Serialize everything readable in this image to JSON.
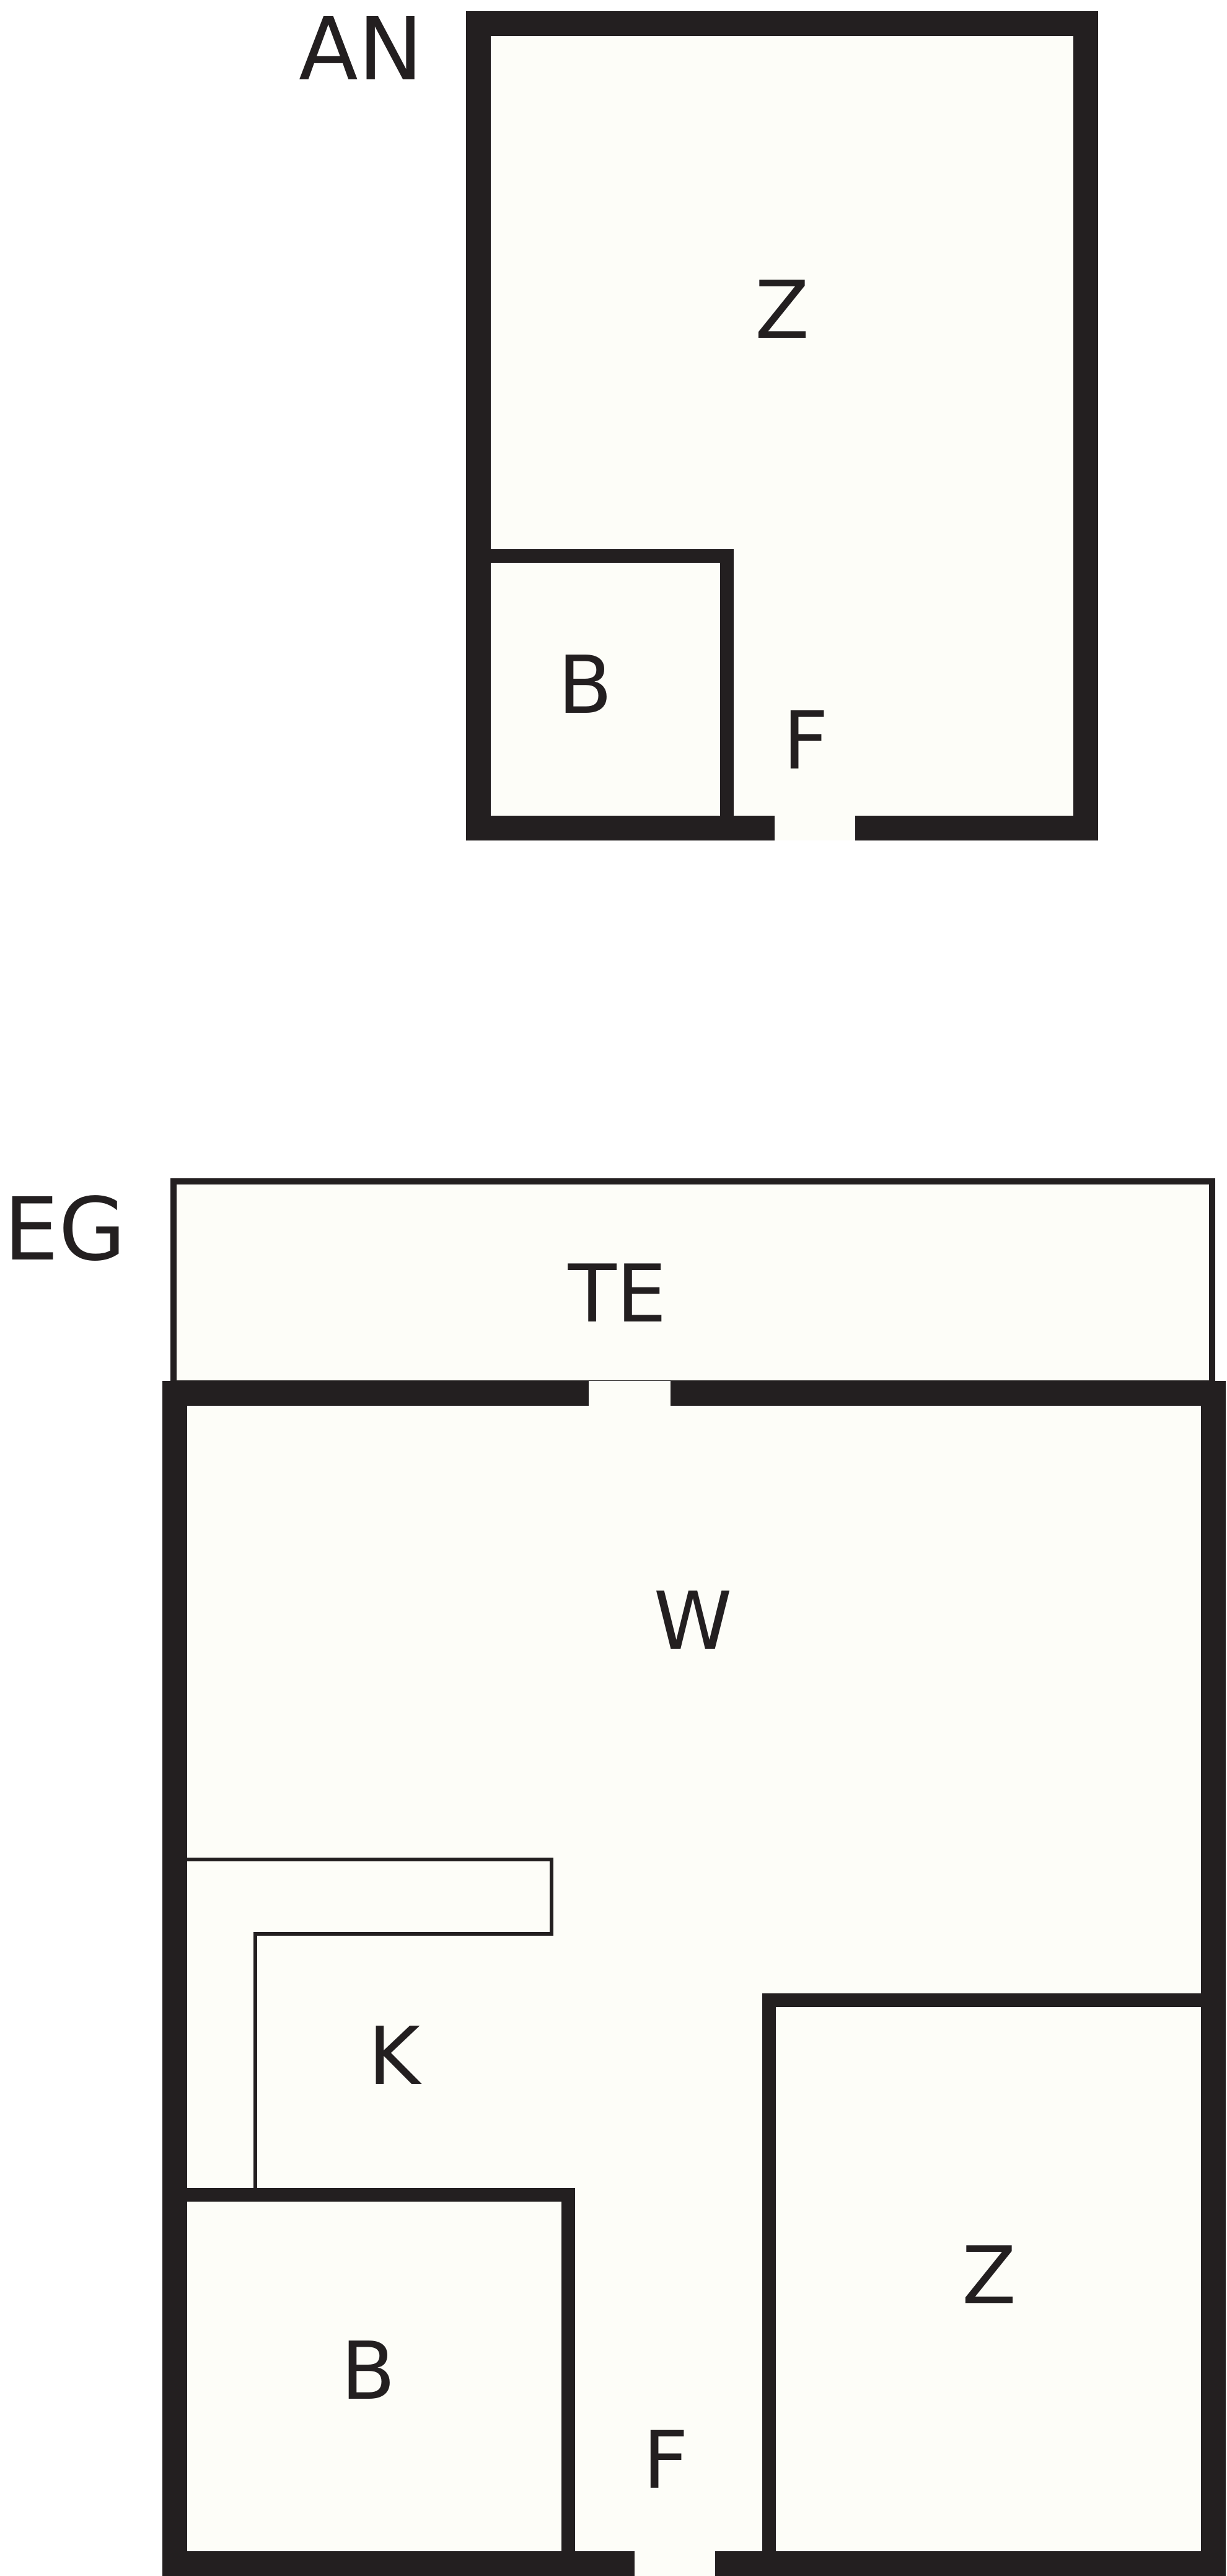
{
  "colors": {
    "wall": "#231f20",
    "floor": "#fdfdf8",
    "background": "#ffffff",
    "text": "#231f20"
  },
  "floors": [
    {
      "floor_label": "AN",
      "rooms": [
        {
          "label": "Z"
        },
        {
          "label": "B"
        },
        {
          "label": "F"
        }
      ]
    },
    {
      "floor_label": "EG",
      "rooms": [
        {
          "label": "TE"
        },
        {
          "label": "W"
        },
        {
          "label": "K"
        },
        {
          "label": "B"
        },
        {
          "label": "F"
        },
        {
          "label": "Z"
        }
      ]
    }
  ]
}
